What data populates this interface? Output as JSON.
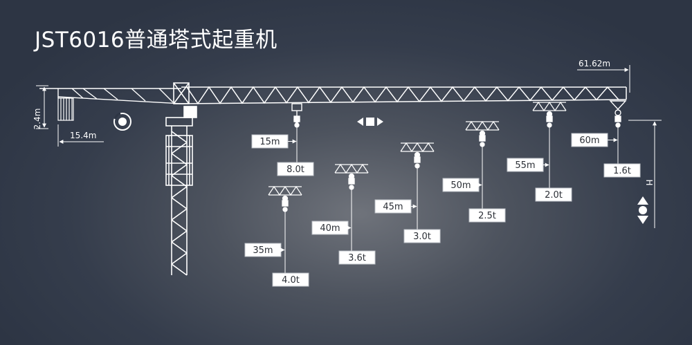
{
  "title": "JST6016普通塔式起重机",
  "dimensions": {
    "max_radius": "61.62m",
    "counter_jib": "15.4m",
    "tip_height": "2.4m",
    "height": "H"
  },
  "load_points": [
    {
      "radius": "15m",
      "load": "8.0t"
    },
    {
      "radius": "35m",
      "load": "4.0t"
    },
    {
      "radius": "40m",
      "load": "3.6t"
    },
    {
      "radius": "45m",
      "load": "3.0t"
    },
    {
      "radius": "50m",
      "load": "2.5t"
    },
    {
      "radius": "55m",
      "load": "2.0t"
    },
    {
      "radius": "60m",
      "load": "1.6t"
    }
  ],
  "icons": {
    "slewing": "slew-icon",
    "trolley": "trolley-travel-icon",
    "hoist": "hoist-up-down-icon"
  }
}
